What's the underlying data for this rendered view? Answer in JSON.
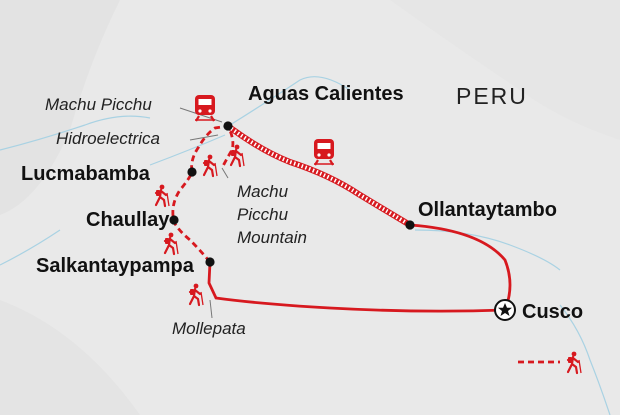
{
  "country": "PERU",
  "places": {
    "aguas_calientes": "Aguas Calientes",
    "machu_picchu": "Machu Picchu",
    "hidroelectrica": "Hidroelectrica",
    "lucmabamba": "Lucmabamba",
    "chaullay": "Chaullay",
    "salkantaypampa": "Salkantaypampa",
    "mollepata": "Mollepata",
    "machu_picchu_mountain": [
      "Machu",
      "Picchu",
      "Mountain"
    ],
    "ollantaytambo": "Ollantaytambo",
    "cusco": "Cusco"
  },
  "icons": {
    "train": "train-icon",
    "hiker": "hiker-icon",
    "star": "start-star-icon"
  },
  "colors": {
    "route": "#d7191f",
    "background": "#e9e9e9",
    "river": "#a9d2e3",
    "hill": "#dcdcdc"
  }
}
